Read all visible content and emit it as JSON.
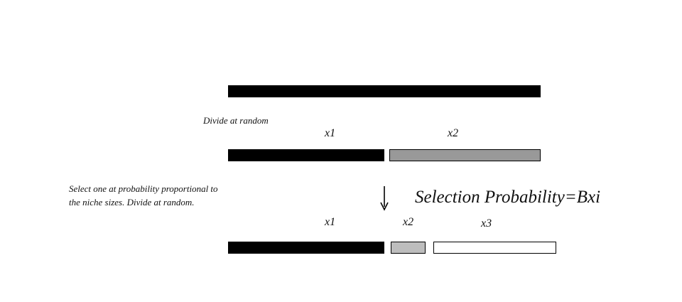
{
  "colors": {
    "black": "#000000",
    "gray": "#999999",
    "light_gray": "#bdbdbd",
    "white": "#ffffff"
  },
  "step1": {
    "note": "Divide at random",
    "labels": [
      "x1",
      "x2"
    ]
  },
  "step2": {
    "note_lines": [
      "Select one at probability proportional to",
      "the niche sizes.  Divide at random."
    ],
    "formula": "Selection Probability=Bxi",
    "labels": [
      "x1",
      "x2",
      "x3"
    ]
  },
  "icons": {
    "arrow": "arrow-down-icon"
  }
}
